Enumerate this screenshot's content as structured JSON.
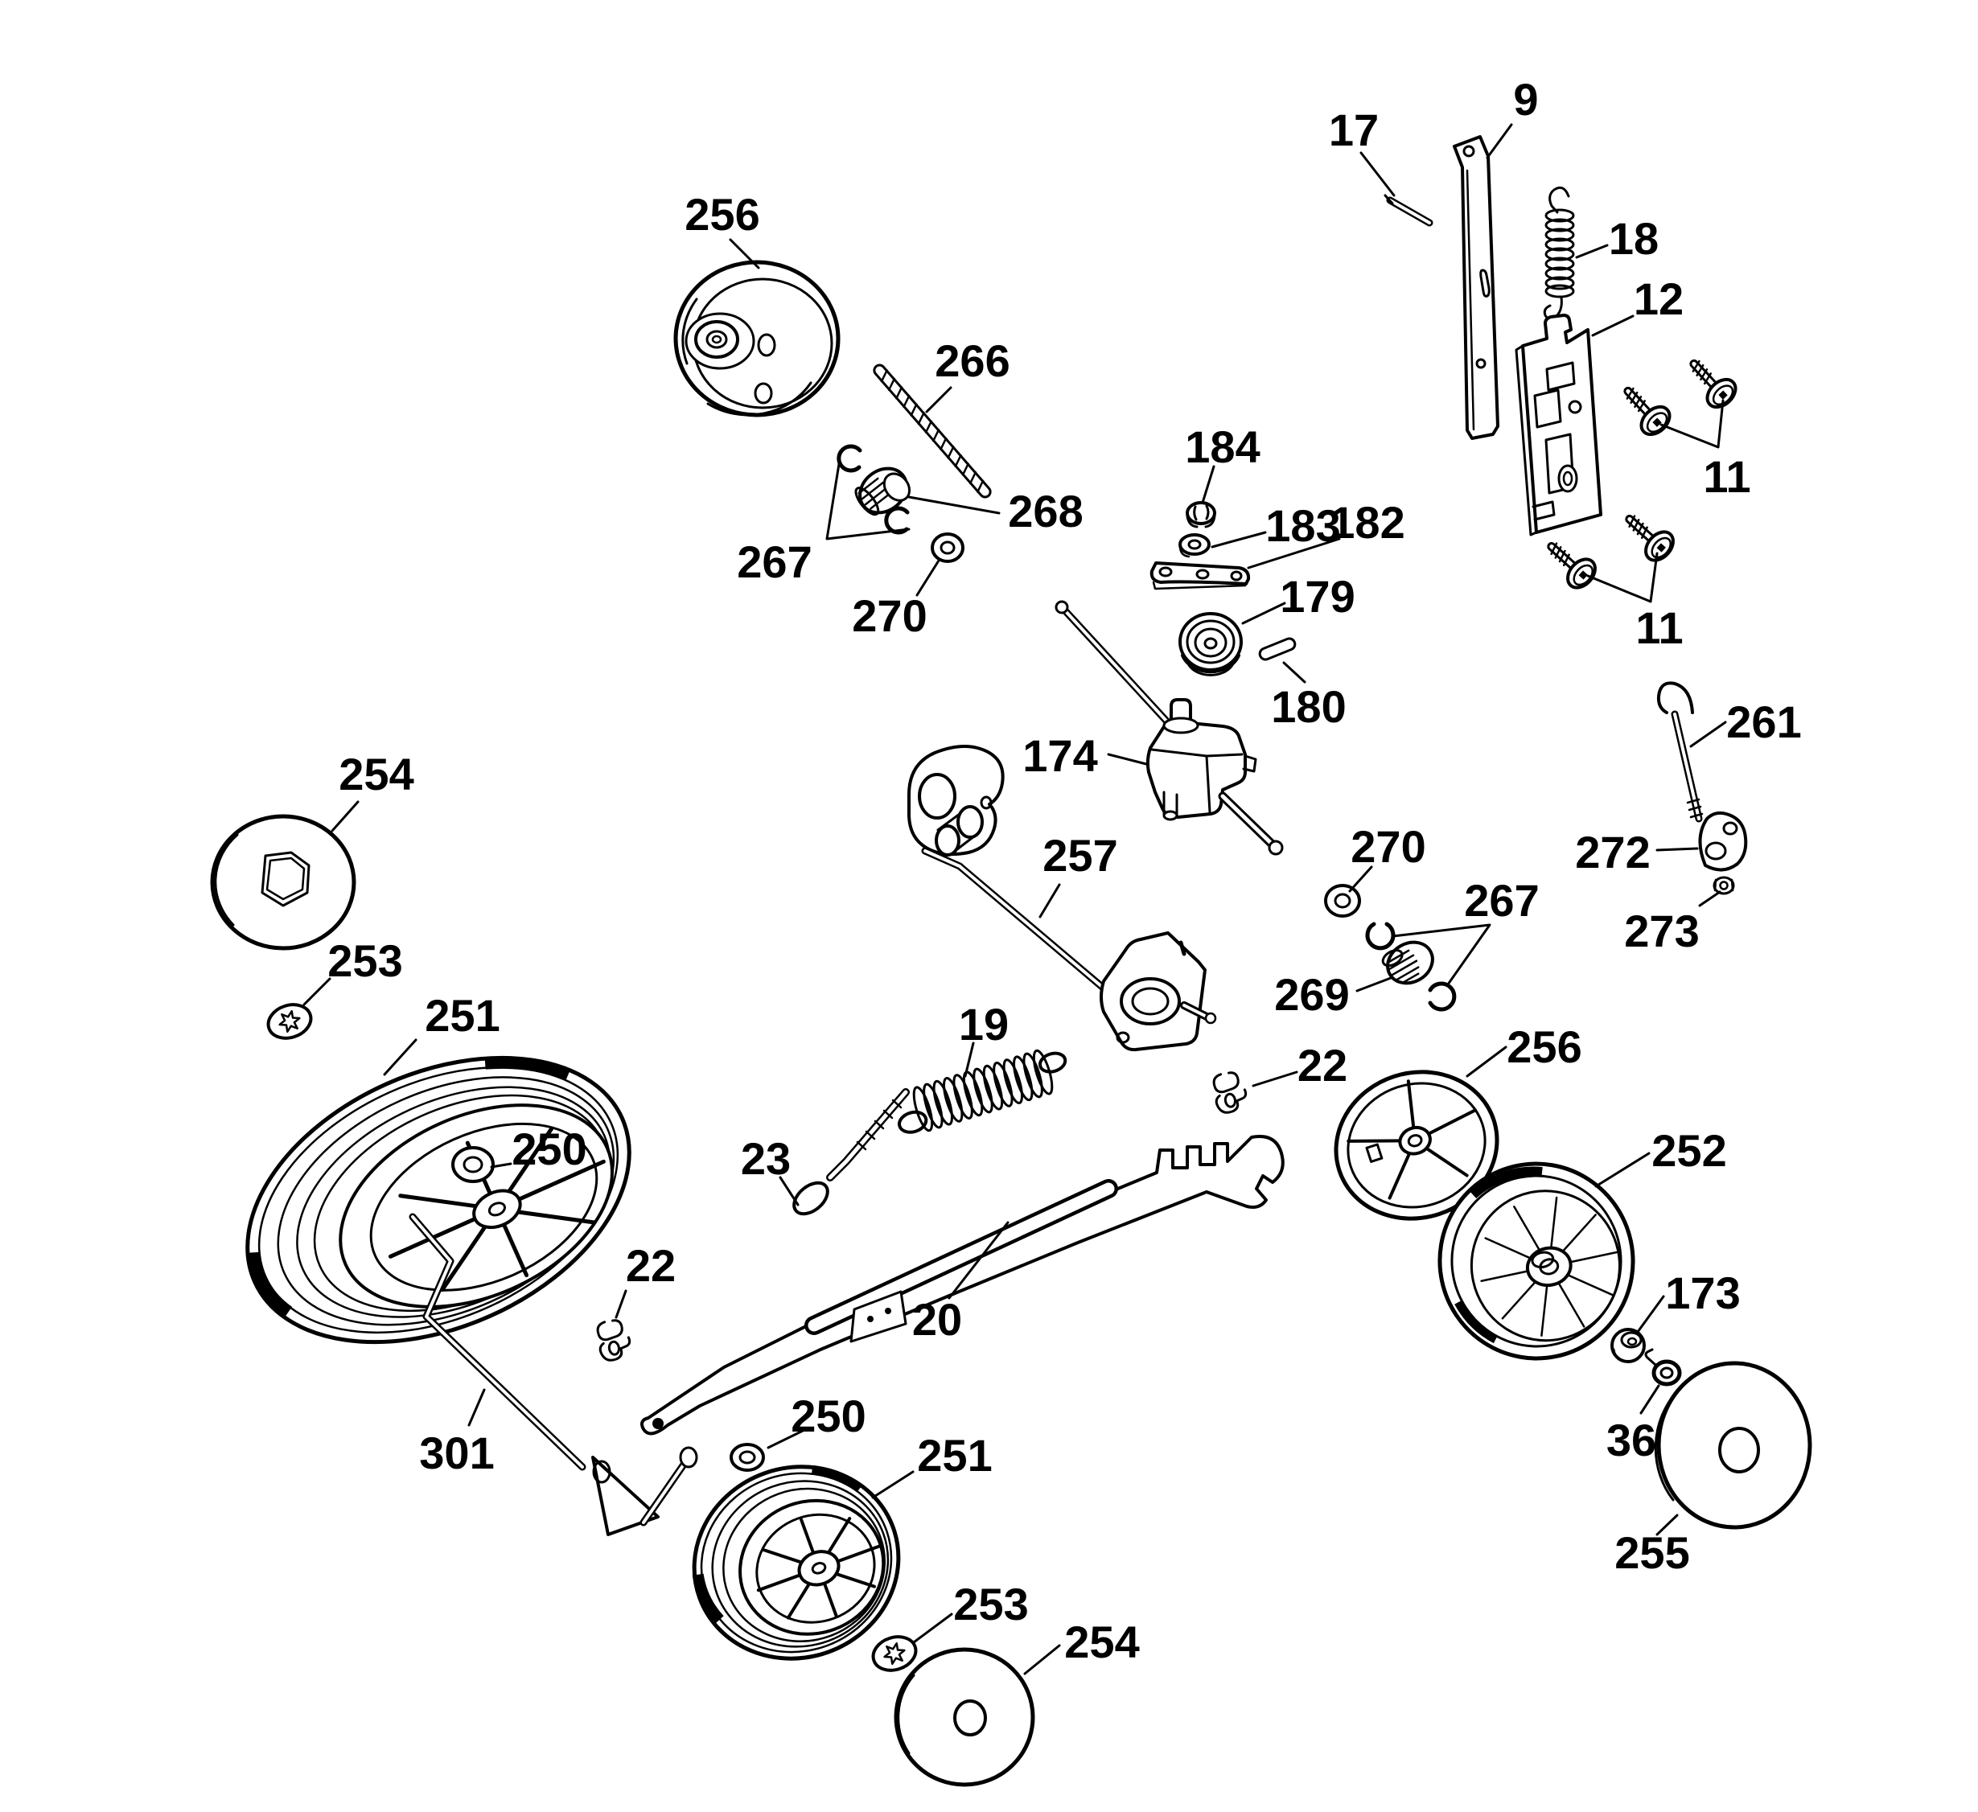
{
  "figure": {
    "type": "exploded-parts-diagram",
    "background_color": "#ffffff",
    "line_color": "#000000",
    "callouts": [
      {
        "label": "256"
      },
      {
        "label": "266"
      },
      {
        "label": "268"
      },
      {
        "label": "267"
      },
      {
        "label": "270"
      },
      {
        "label": "184"
      },
      {
        "label": "183"
      },
      {
        "label": "182"
      },
      {
        "label": "179"
      },
      {
        "label": "180"
      },
      {
        "label": "174"
      },
      {
        "label": "257"
      },
      {
        "label": "9"
      },
      {
        "label": "17"
      },
      {
        "label": "18"
      },
      {
        "label": "12"
      },
      {
        "label": "11"
      },
      {
        "label": "11"
      },
      {
        "label": "261"
      },
      {
        "label": "272"
      },
      {
        "label": "273"
      },
      {
        "label": "270"
      },
      {
        "label": "267"
      },
      {
        "label": "269"
      },
      {
        "label": "254"
      },
      {
        "label": "253"
      },
      {
        "label": "251"
      },
      {
        "label": "250"
      },
      {
        "label": "19"
      },
      {
        "label": "22"
      },
      {
        "label": "256"
      },
      {
        "label": "252"
      },
      {
        "label": "23"
      },
      {
        "label": "20"
      },
      {
        "label": "22"
      },
      {
        "label": "301"
      },
      {
        "label": "250"
      },
      {
        "label": "251"
      },
      {
        "label": "173"
      },
      {
        "label": "36"
      },
      {
        "label": "255"
      },
      {
        "label": "253"
      },
      {
        "label": "254"
      }
    ]
  }
}
